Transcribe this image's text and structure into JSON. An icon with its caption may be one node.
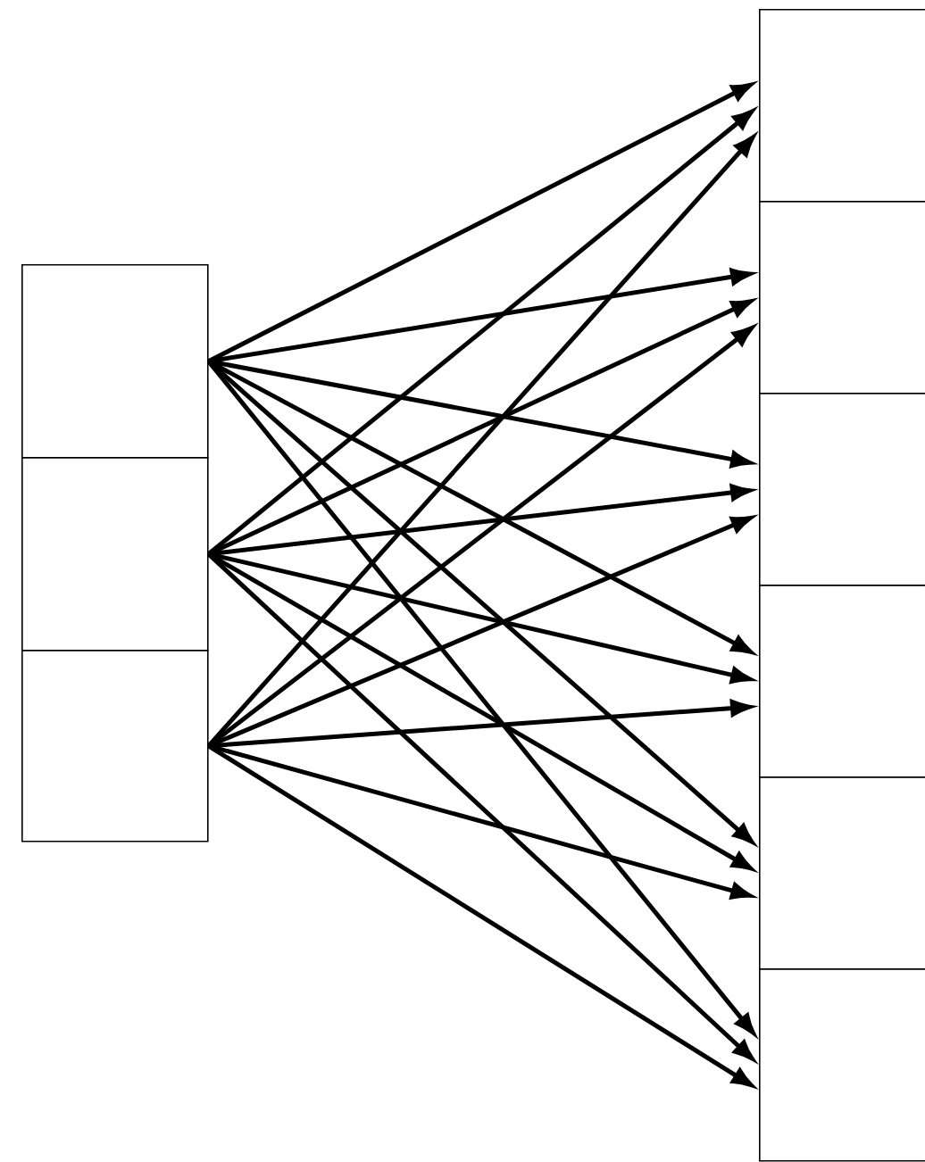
{
  "diagram": {
    "nodes": [
      {
        "text": [],
        "shape": "box"
      },
      {
        "text": [],
        "shape": "box"
      },
      {
        "text": [],
        "shape": "box"
      },
      {
        "text": [],
        "shape": "box"
      },
      {
        "text": [],
        "shape": "box"
      },
      {
        "text": [],
        "shape": "box"
      },
      {
        "text": [],
        "shape": "box"
      },
      {
        "text": [],
        "shape": "box"
      },
      {
        "text": [],
        "shape": "box"
      }
    ],
    "edges": [
      {
        "from": 0,
        "to": 3,
        "arrow": "to"
      },
      {
        "from": 0,
        "to": 4,
        "arrow": "to"
      },
      {
        "from": 0,
        "to": 5,
        "arrow": "to"
      },
      {
        "from": 0,
        "to": 6,
        "arrow": "to"
      },
      {
        "from": 0,
        "to": 7,
        "arrow": "to"
      },
      {
        "from": 0,
        "to": 8,
        "arrow": "to"
      },
      {
        "from": 1,
        "to": 3,
        "arrow": "to"
      },
      {
        "from": 1,
        "to": 4,
        "arrow": "to"
      },
      {
        "from": 1,
        "to": 5,
        "arrow": "to"
      },
      {
        "from": 1,
        "to": 6,
        "arrow": "to"
      },
      {
        "from": 1,
        "to": 7,
        "arrow": "to"
      },
      {
        "from": 1,
        "to": 8,
        "arrow": "to"
      },
      {
        "from": 2,
        "to": 3,
        "arrow": "to"
      },
      {
        "from": 2,
        "to": 4,
        "arrow": "to"
      },
      {
        "from": 2,
        "to": 5,
        "arrow": "to"
      },
      {
        "from": 2,
        "to": 6,
        "arrow": "to"
      },
      {
        "from": 2,
        "to": 7,
        "arrow": "to"
      },
      {
        "from": 2,
        "to": 8,
        "arrow": "to"
      }
    ]
  }
}
